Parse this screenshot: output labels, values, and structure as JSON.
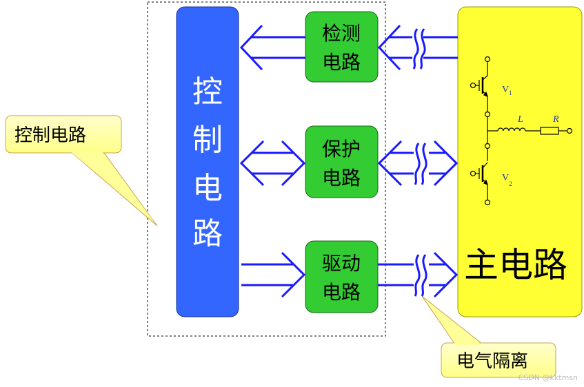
{
  "blocks": {
    "control": {
      "label": "控制电路",
      "color": "#3366ff"
    },
    "detect": {
      "line1": "检测",
      "line2": "电路",
      "color": "#33cc33"
    },
    "protect": {
      "line1": "保护",
      "line2": "电路",
      "color": "#33cc33"
    },
    "drive": {
      "line1": "驱动",
      "line2": "电路",
      "color": "#33cc33"
    },
    "main": {
      "label": "主电路",
      "color": "#ffff33"
    }
  },
  "callouts": {
    "control_callout": "控制电路",
    "isolation_callout": "电气隔离",
    "callout_fill": "#ffff99"
  },
  "circuit": {
    "v1": "V",
    "v1_sub": "1",
    "v2": "V",
    "v2_sub": "2",
    "inductor": "L",
    "resistor": "R"
  },
  "watermark": "CSDN @kktmsn",
  "colors": {
    "arrow": "#1a1aff",
    "wire": "#000000"
  }
}
